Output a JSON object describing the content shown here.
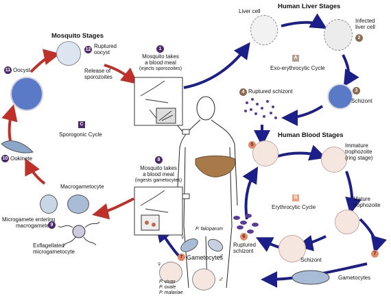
{
  "headers": {
    "mosquito": "Mosquito Stages",
    "liver": "Human Liver Stages",
    "blood": "Human Blood Stages"
  },
  "cycles": {
    "exo": {
      "letter": "A",
      "label": "Exo-erythrocytic Cycle"
    },
    "ery": {
      "letter": "B",
      "label": "Erythrocytic Cycle"
    },
    "spo": {
      "letter": "C",
      "label": "Sporogonic Cycle"
    }
  },
  "stages": {
    "s1": {
      "num": "1",
      "line1": "Mosquito takes",
      "line2": "a blood meal",
      "line3": "(injects sporozoites)"
    },
    "s2": {
      "num": "2",
      "line1": "Infected",
      "line2": "liver cell"
    },
    "liver_cell": "Liver cell",
    "s3": {
      "num": "3",
      "label": "Schizont"
    },
    "s4": {
      "num": "4",
      "label": "Ruptured schizont"
    },
    "s5": {
      "num": "5"
    },
    "immature": {
      "line1": "Immature",
      "line2": "trophozoite",
      "line3": "(ring stage)"
    },
    "mature": {
      "line1": "Mature",
      "line2": "trophozoite"
    },
    "schizont_b": "Schizont",
    "s6": {
      "num": "6",
      "line1": "Ruptured",
      "line2": "schizont"
    },
    "s7": {
      "num": "7",
      "label": "Gametocytes"
    },
    "s7b": {
      "num": "7",
      "label": "Gametocytes"
    },
    "falciparum": "P. falciparum",
    "vivax": "P. vivax",
    "ovale": "P. ovale",
    "malariae": "P. malariae",
    "female": "♀",
    "male": "♂",
    "s8": {
      "num": "8",
      "line1": "Mosquito takes",
      "line2": "a blood meal",
      "line3": "(ingests gametocytes)"
    },
    "s9": {
      "num": "9",
      "line1": "Microgamete entering",
      "line2": "macrogamete"
    },
    "macrogametocyte": "Macrogametocyte",
    "exflag": {
      "line1": "Exflagellated",
      "line2": "microgametocyte"
    },
    "s10": {
      "num": "10",
      "label": "Ookinete"
    },
    "s11": {
      "num": "11",
      "label": "Oocyst"
    },
    "s12": {
      "num": "12",
      "line1": "Ruptured",
      "line2": "oocyst"
    },
    "release": {
      "line1": "Release of",
      "line2": "sporozoites"
    }
  },
  "colors": {
    "human_arrow": "#1c1f8a",
    "mosquito_arrow": "#c0302a",
    "parasite": "#5a3a9a",
    "rbc": "#f6e6e0"
  }
}
